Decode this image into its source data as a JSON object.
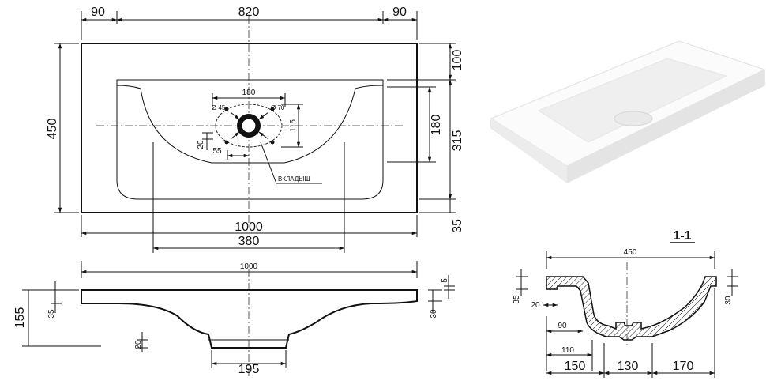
{
  "top_view": {
    "dims": {
      "left_margin": "90",
      "center_width": "820",
      "right_margin": "90",
      "depth": "450",
      "back_rim": "100",
      "bowl_depth": "315",
      "front_rim": "35",
      "bowl_inner": "180",
      "overall_width": "1000",
      "bowl_width": "380",
      "tap_spacing": "180",
      "drain_diameter": "Ø 45",
      "insert_diameter": "Ø 70",
      "insert_height": "115",
      "offset_20": "20",
      "offset_55": "55"
    },
    "insert_label": "ВКЛАДЫШ"
  },
  "front_view": {
    "dims": {
      "overall_width": "1000",
      "height": "155",
      "slab": "35",
      "right_slab": "30",
      "lip": "5",
      "drain_step": "20",
      "bottom_width": "195"
    }
  },
  "section": {
    "title": "1-1",
    "dims": {
      "width": "450",
      "left_thickness": "35",
      "right_thickness": "30",
      "lip": "20",
      "d90": "90",
      "d110": "110",
      "d150": "150",
      "d130": "130",
      "d170": "170"
    }
  }
}
